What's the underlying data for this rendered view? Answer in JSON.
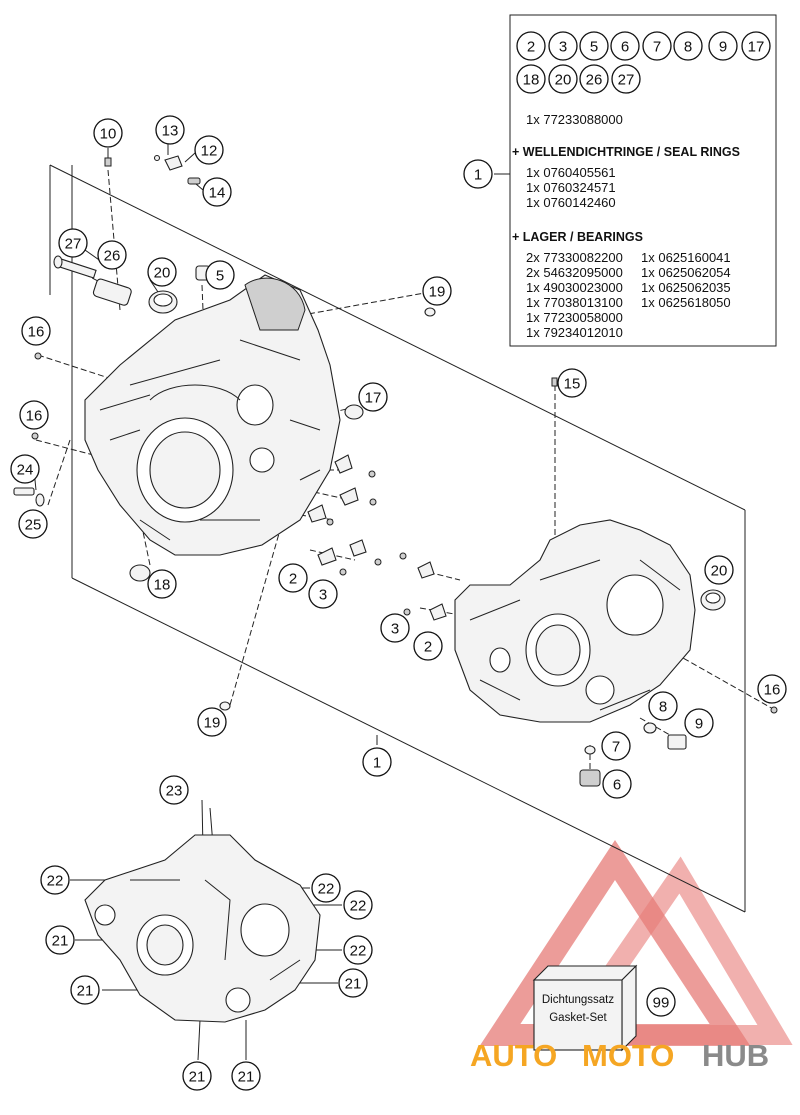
{
  "legend": {
    "part_numbers": [
      "2",
      "3",
      "5",
      "6",
      "7",
      "8",
      "9",
      "17",
      "18",
      "20",
      "26",
      "27"
    ],
    "main_part": "1x 77233088000",
    "groups": [
      {
        "heading": "+ WELLENDICHTRINGE / SEAL RINGS",
        "items": [
          "1x 0760405561",
          "1x 0760324571",
          "1x 0760142460"
        ]
      },
      {
        "heading": "+ LAGER / BEARINGS",
        "items_left": [
          "2x 77330082200",
          "2x 54632095000",
          "1x 49030023000",
          "1x 77038013100",
          "1x 77230058000",
          "1x 79234012010"
        ],
        "items_right": [
          "1x 0625160041",
          "1x 0625062054",
          "1x 0625062035",
          "1x 0625618050"
        ]
      }
    ]
  },
  "gasket_kit": {
    "line1": "Dichtungssatz",
    "line2": "Gasket-Set",
    "callout": "99"
  },
  "watermark": {
    "part1": "AUTO",
    "part2": "MOTO",
    "part3": "HUB",
    "color_red": "#e2645f",
    "color_orange": "#f5a623",
    "color_gray": "#8a8a8a"
  },
  "callouts": {
    "c1_legend": "1",
    "c1_main": "1",
    "c2_left": "2",
    "c2_right": "2",
    "c3_left": "3",
    "c3_right": "3",
    "c5": "5",
    "c6": "6",
    "c7": "7",
    "c8": "8",
    "c9": "9",
    "c10": "10",
    "c12": "12",
    "c13": "13",
    "c14": "14",
    "c15": "15",
    "c16_a": "16",
    "c16_b": "16",
    "c16_c": "16",
    "c17": "17",
    "c18": "18",
    "c19_top": "19",
    "c19_bot": "19",
    "c20_left": "20",
    "c20_right": "20",
    "c21_a": "21",
    "c21_b": "21",
    "c21_c": "21",
    "c21_d": "21",
    "c21_e": "21",
    "c22_a": "22",
    "c22_b": "22",
    "c22_c": "22",
    "c22_d": "22",
    "c23": "23",
    "c24": "24",
    "c25": "25",
    "c26": "26",
    "c27": "27"
  }
}
